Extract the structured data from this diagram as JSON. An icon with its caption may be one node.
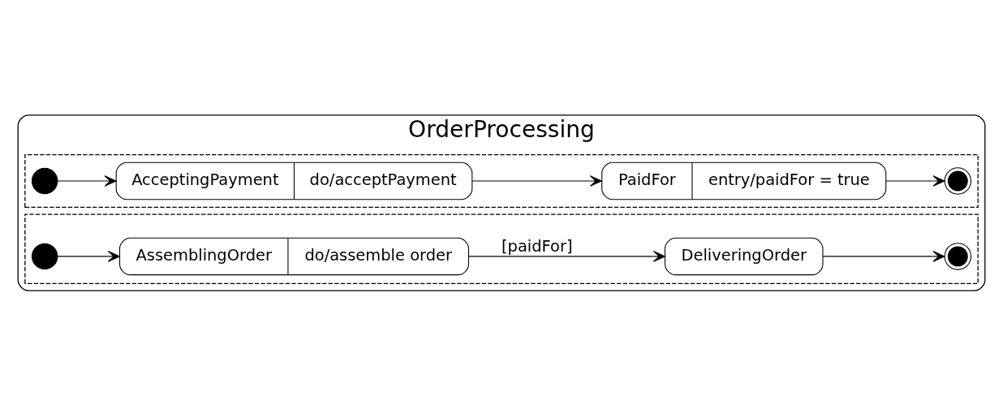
{
  "diagram": {
    "nodes": [
      {
        "text": [
          "OrderProcessing"
        ]
      },
      {
        "text": [],
        "shape": "box",
        "in": 0
      },
      {
        "text": [],
        "shape": "circle",
        "in": 1
      },
      {
        "text": [
          "AcceptingPayment",
          "do/acceptPayment"
        ],
        "in": 1
      },
      {
        "text": [
          "PaidFor",
          "entry/paidFor = true"
        ],
        "in": 1
      },
      {
        "text": [],
        "shape": "bullseye",
        "in": 1
      },
      {
        "text": [],
        "shape": "box",
        "in": 0
      },
      {
        "text": [],
        "shape": "circle",
        "in": 6
      },
      {
        "text": [
          "AssemblingOrder",
          "do/assemble order"
        ],
        "in": 6
      },
      {
        "text": [
          "DeliveringOrder"
        ],
        "in": 6
      },
      {
        "text": [],
        "shape": "bullseye",
        "in": 6
      }
    ],
    "edges": [
      {
        "from": 2,
        "to": 3,
        "arrow": "to"
      },
      {
        "from": 3,
        "to": 4,
        "arrow": "to"
      },
      {
        "from": 4,
        "to": 5,
        "arrow": "to"
      },
      {
        "from": 7,
        "to": 8,
        "arrow": "to"
      },
      {
        "from": 8,
        "to": 9,
        "arrow": "to",
        "label": "[paidFor]"
      },
      {
        "from": 9,
        "to": 10,
        "arrow": "to"
      }
    ]
  }
}
